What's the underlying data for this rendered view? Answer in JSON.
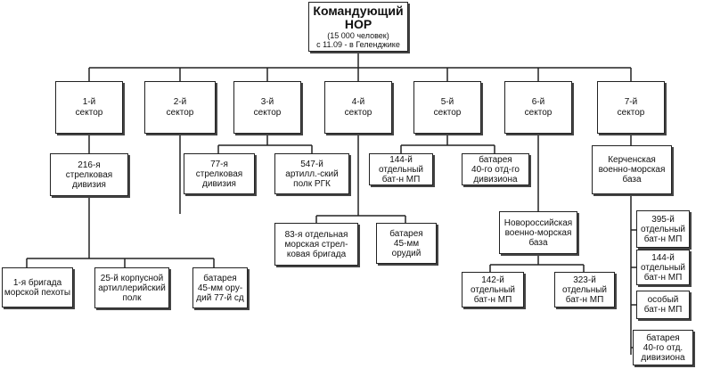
{
  "commander": {
    "title": "Командующий\nНОР",
    "details": "(15 000 человек)\nс 11.09 - в Геленджике"
  },
  "sectors": [
    "1-й\nсектор",
    "2-й\nсектор",
    "3-й\nсектор",
    "4-й\nсектор",
    "5-й\nсектор",
    "6-й\nсектор",
    "7-й\nсектор"
  ],
  "units": {
    "div216": "216-я\nстрелковая\nдивизия",
    "div77": "77-я\nстрелковая\nдивизия",
    "art547": "547-й\nартилл.-ский\nполк РГК",
    "bat144s5": "144-й\nотдельный\nбат-н МП",
    "bat40s5": "батарея\n40-го отд-го\nдивизиона",
    "brig83": "83-я отдельная\nморская стрел-\nковая бригада",
    "bat45s4": "батарея\n45-мм\nорудий",
    "novoros": "Новороссийская\nвоенно-морская\nбаза",
    "kerch": "Керченская\nвоенно-морская\nбаза",
    "bat142": "142-й\nотдельный\nбат-н МП",
    "bat323": "323-й\nотдельный\nбат-н МП",
    "bat395": "395-й\nотдельный\nбат-н МП",
    "bat144s7": "144-й\nотдельный\nбат-н МП",
    "special": "особый\nбат-н МП",
    "bat40s7": "батарея\n40-го отд.\nдивизиона",
    "brig1": "1-я бригада\nморской пехоты",
    "reg25": "25-й корпусной\nартиллерийский\nполк",
    "bat45s1": "батарея\n45-мм ору-\nдий 77-й сд"
  }
}
